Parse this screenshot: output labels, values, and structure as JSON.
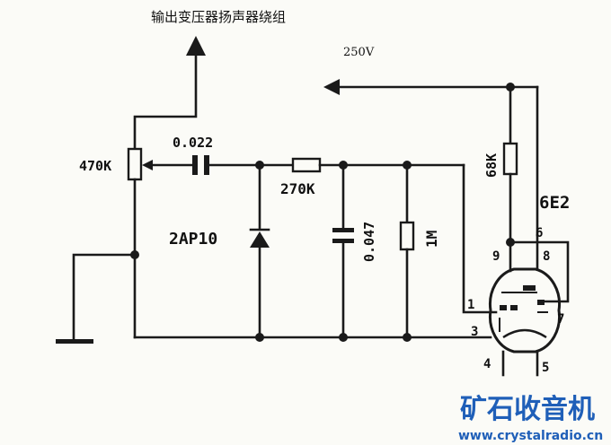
{
  "diagram": {
    "labels": {
      "output_transformer": "输出变压器扬声器绕组",
      "supply_voltage": "250V",
      "potentiometer": "470K",
      "coupling_capacitor": "0.022",
      "series_resistor": "270K",
      "diode": "2AP10",
      "filter_capacitor": "0.047",
      "grid_resistor": "1M",
      "plate_resistor": "68K",
      "tube_type": "6E2"
    },
    "pins": {
      "p1": "1",
      "p3": "3",
      "p4": "4",
      "p5": "5",
      "p6": "6",
      "p7": "7",
      "p8": "8",
      "p9": "9"
    }
  },
  "watermark": {
    "title": "矿石收音机",
    "url": "www.crystalradio.cn"
  }
}
